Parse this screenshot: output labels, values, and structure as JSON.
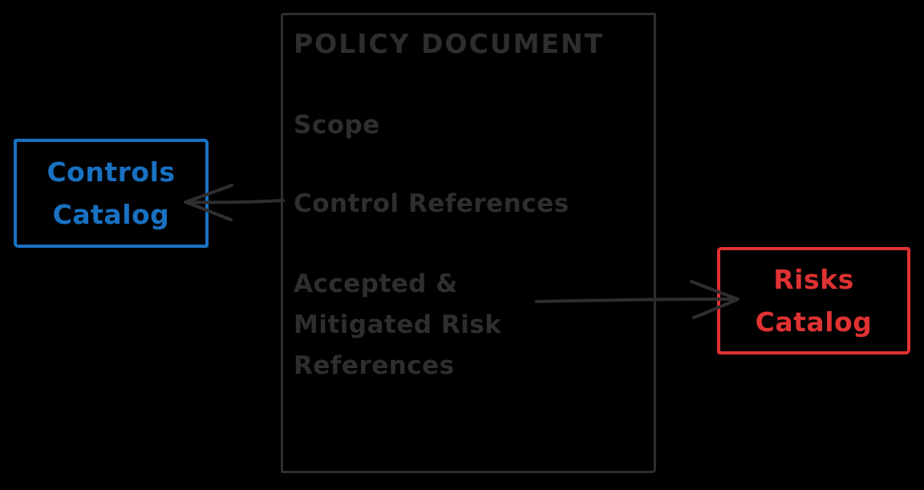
{
  "diagram": {
    "colors": {
      "bg": "#000000",
      "ink": "#2e2e31",
      "blue": "#1971c2",
      "red": "#df3232"
    },
    "policy_document": {
      "title": "POLICY DOCUMENT",
      "items": [
        "Scope",
        "Control References",
        "Accepted &\nMitigated Risk\nReferences"
      ]
    },
    "controls_catalog": {
      "label": "Controls\nCatalog",
      "color": "#1971c2"
    },
    "risks_catalog": {
      "label": "Risks\nCatalog",
      "color": "#df3232"
    },
    "arrows": [
      {
        "name": "policy-to-controls",
        "from": "Control References",
        "to": "Controls Catalog",
        "direction": "left"
      },
      {
        "name": "policy-to-risks",
        "from": "Accepted & Mitigated Risk References",
        "to": "Risks Catalog",
        "direction": "right"
      }
    ]
  }
}
